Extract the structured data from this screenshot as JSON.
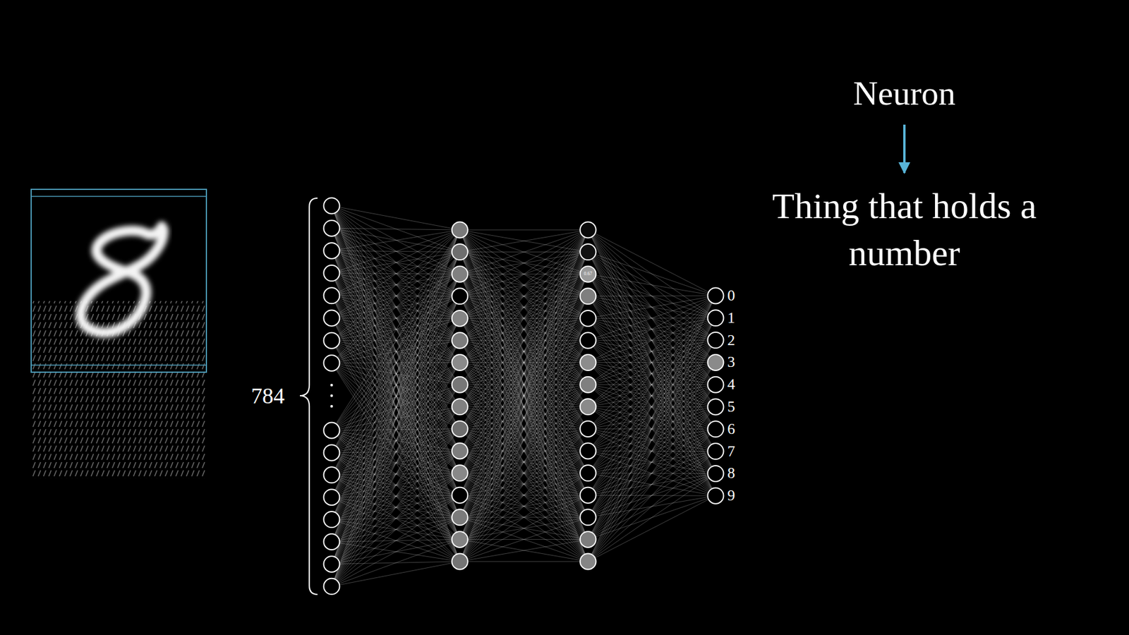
{
  "diagram": {
    "nodes": [
      {
        "text": [
          "Neuron"
        ]
      },
      {
        "text": [
          "Thing that holds a number"
        ]
      }
    ],
    "edges": [
      {
        "from": 0,
        "to": 1,
        "arrow": "to"
      }
    ],
    "labels": [
      "784",
      "0.67",
      "0",
      "1",
      "2",
      "3",
      "4",
      "5",
      "6",
      "7",
      "8",
      "9"
    ]
  }
}
